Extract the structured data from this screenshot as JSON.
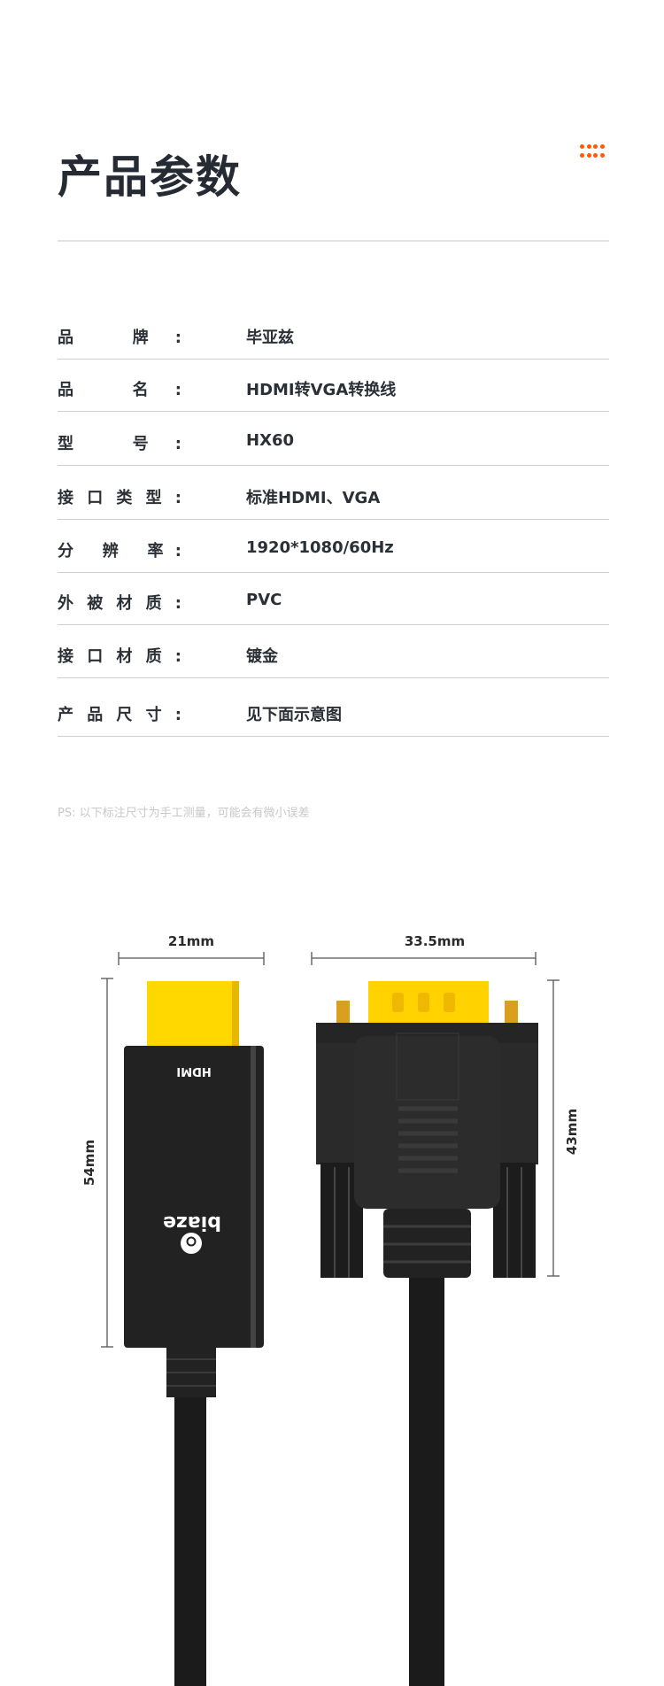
{
  "header": {
    "title": "产品参数",
    "accent": "#ff5a00"
  },
  "specs": [
    {
      "label": "品 牌:",
      "value": "毕亚兹"
    },
    {
      "label": "品 名:",
      "value": "HDMI转VGA转换线"
    },
    {
      "label": "型 号:",
      "value": "HX60"
    },
    {
      "label": "接口类型:",
      "value": "标准HDMI、VGA"
    },
    {
      "label": "分 辨 率:",
      "value": "1920*1080/60Hz"
    },
    {
      "label": "外被材质:",
      "value": "PVC"
    },
    {
      "label": "接口材质:",
      "value": "镀金"
    },
    {
      "label": "产品尺寸:",
      "value": "见下面示意图"
    }
  ],
  "note": "PS: 以下标注尺寸为手工测量，可能会有微小误差",
  "diagram": {
    "hdmi_width": "21mm",
    "vga_width": "33.5mm",
    "hdmi_height": "54mm",
    "vga_height": "43mm",
    "hdmi_mark": "HDMI",
    "brand_mark": "biaze"
  }
}
